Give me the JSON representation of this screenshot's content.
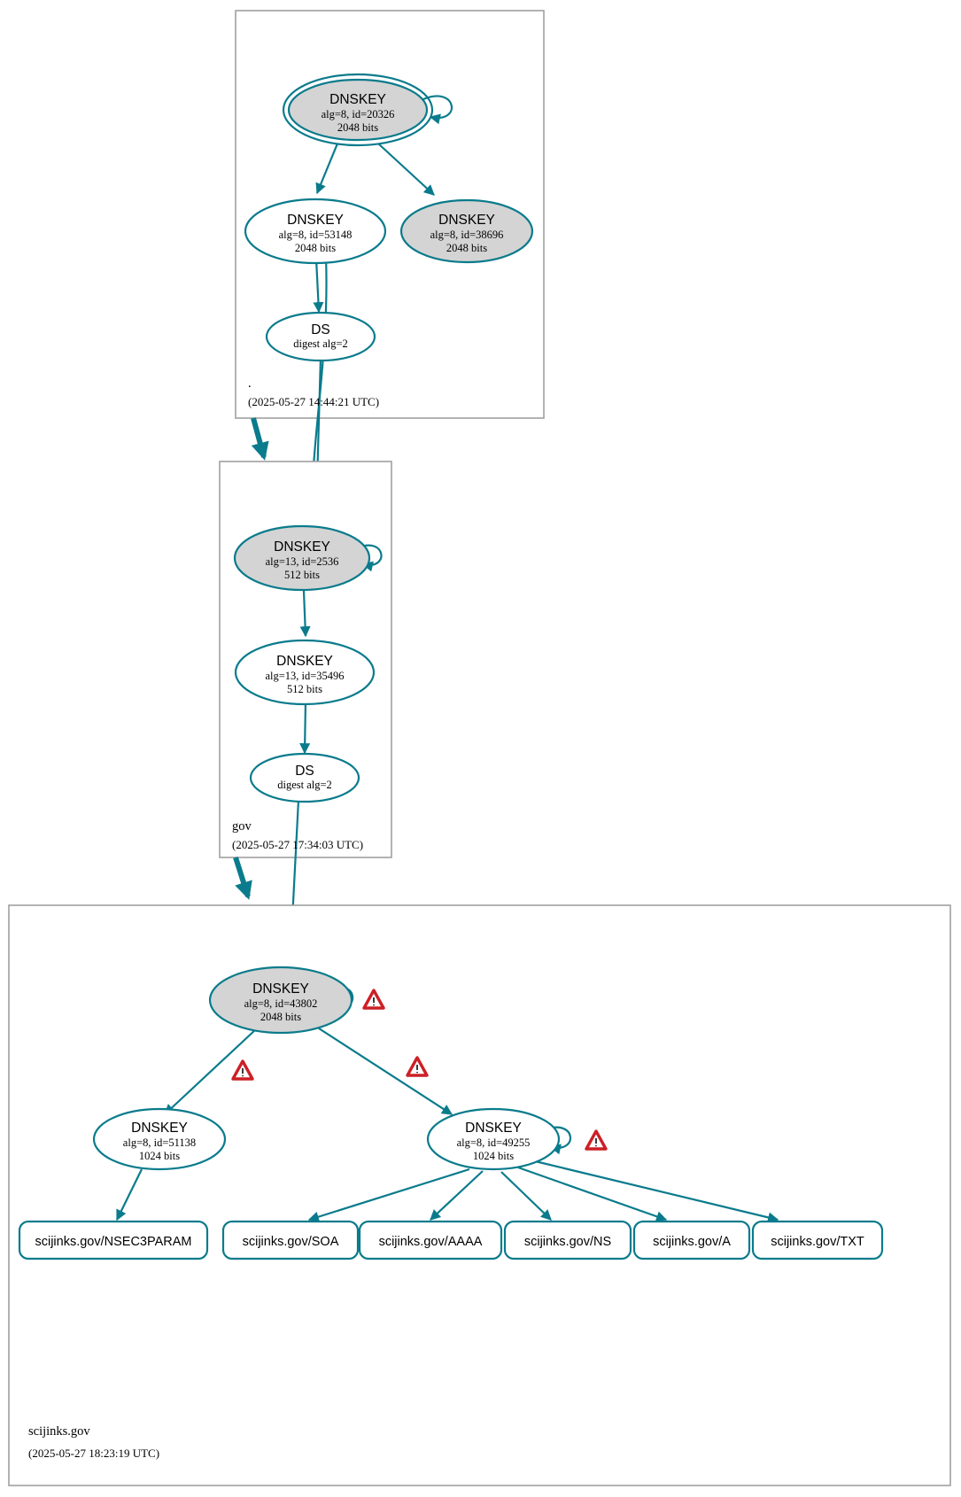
{
  "diagram": {
    "type": "dnssec-authentication-chain",
    "title": "scijinks.gov DNSSEC authentication chain"
  },
  "zones": [
    {
      "id": "root",
      "label": ".",
      "timestamp": "(2025-05-27 14:44:21 UTC)",
      "nodes": [
        {
          "id": "root-ksk",
          "kind": "DNSKEY",
          "title": "DNSKEY",
          "params": "alg=8, id=20326",
          "size": "2048 bits",
          "status": "secure",
          "trust_anchor": true,
          "self_signed": true
        },
        {
          "id": "root-zsk",
          "kind": "DNSKEY",
          "title": "DNSKEY",
          "params": "alg=8, id=53148",
          "size": "2048 bits",
          "status": "insecure",
          "trust_anchor": false,
          "self_signed": false
        },
        {
          "id": "root-zsk2",
          "kind": "DNSKEY",
          "title": "DNSKEY",
          "params": "alg=8, id=38696",
          "size": "2048 bits",
          "status": "secure",
          "trust_anchor": false,
          "self_signed": false
        },
        {
          "id": "root-ds",
          "kind": "DS",
          "title": "DS",
          "params": "digest alg=2",
          "size": "",
          "status": "insecure",
          "trust_anchor": false,
          "self_signed": false
        }
      ]
    },
    {
      "id": "gov",
      "label": "gov",
      "timestamp": "(2025-05-27 17:34:03 UTC)",
      "nodes": [
        {
          "id": "gov-ksk",
          "kind": "DNSKEY",
          "title": "DNSKEY",
          "params": "alg=13, id=2536",
          "size": "512 bits",
          "status": "secure",
          "trust_anchor": false,
          "self_signed": true
        },
        {
          "id": "gov-zsk",
          "kind": "DNSKEY",
          "title": "DNSKEY",
          "params": "alg=13, id=35496",
          "size": "512 bits",
          "status": "insecure",
          "trust_anchor": false,
          "self_signed": false
        },
        {
          "id": "gov-ds",
          "kind": "DS",
          "title": "DS",
          "params": "digest alg=2",
          "size": "",
          "status": "insecure",
          "trust_anchor": false,
          "self_signed": false
        }
      ]
    },
    {
      "id": "scijinks",
      "label": "scijinks.gov",
      "timestamp": "(2025-05-27 18:23:19 UTC)",
      "nodes": [
        {
          "id": "sci-ksk",
          "kind": "DNSKEY",
          "title": "DNSKEY",
          "params": "alg=8, id=43802",
          "size": "2048 bits",
          "status": "secure",
          "trust_anchor": false,
          "self_signed": true,
          "warning": true
        },
        {
          "id": "sci-zsk1",
          "kind": "DNSKEY",
          "title": "DNSKEY",
          "params": "alg=8, id=51138",
          "size": "1024 bits",
          "status": "insecure",
          "trust_anchor": false,
          "self_signed": false
        },
        {
          "id": "sci-zsk2",
          "kind": "DNSKEY",
          "title": "DNSKEY",
          "params": "alg=8, id=49255",
          "size": "1024 bits",
          "status": "insecure",
          "trust_anchor": false,
          "self_signed": true,
          "warning": true
        }
      ],
      "rrsets": [
        {
          "id": "rr-nsec3param",
          "label": "scijinks.gov/NSEC3PARAM"
        },
        {
          "id": "rr-soa",
          "label": "scijinks.gov/SOA"
        },
        {
          "id": "rr-aaaa",
          "label": "scijinks.gov/AAAA"
        },
        {
          "id": "rr-ns",
          "label": "scijinks.gov/NS"
        },
        {
          "id": "rr-a",
          "label": "scijinks.gov/A"
        },
        {
          "id": "rr-txt",
          "label": "scijinks.gov/TXT"
        }
      ]
    }
  ],
  "warnings": [
    {
      "id": "warn-sci-ksk-self",
      "glyph": "!"
    },
    {
      "id": "warn-sci-ksk-to-zsk1",
      "glyph": "!"
    },
    {
      "id": "warn-sci-ksk-to-zsk2",
      "glyph": "!"
    },
    {
      "id": "warn-sci-zsk2-self",
      "glyph": "!"
    }
  ],
  "colors": {
    "edge": "#0a7b8c",
    "node_stroke": "#0a7b8c",
    "secure_fill": "#d4d4d4",
    "insecure_fill": "#ffffff",
    "zone_border": "#a0a0a0",
    "warning": "#cc2026"
  }
}
